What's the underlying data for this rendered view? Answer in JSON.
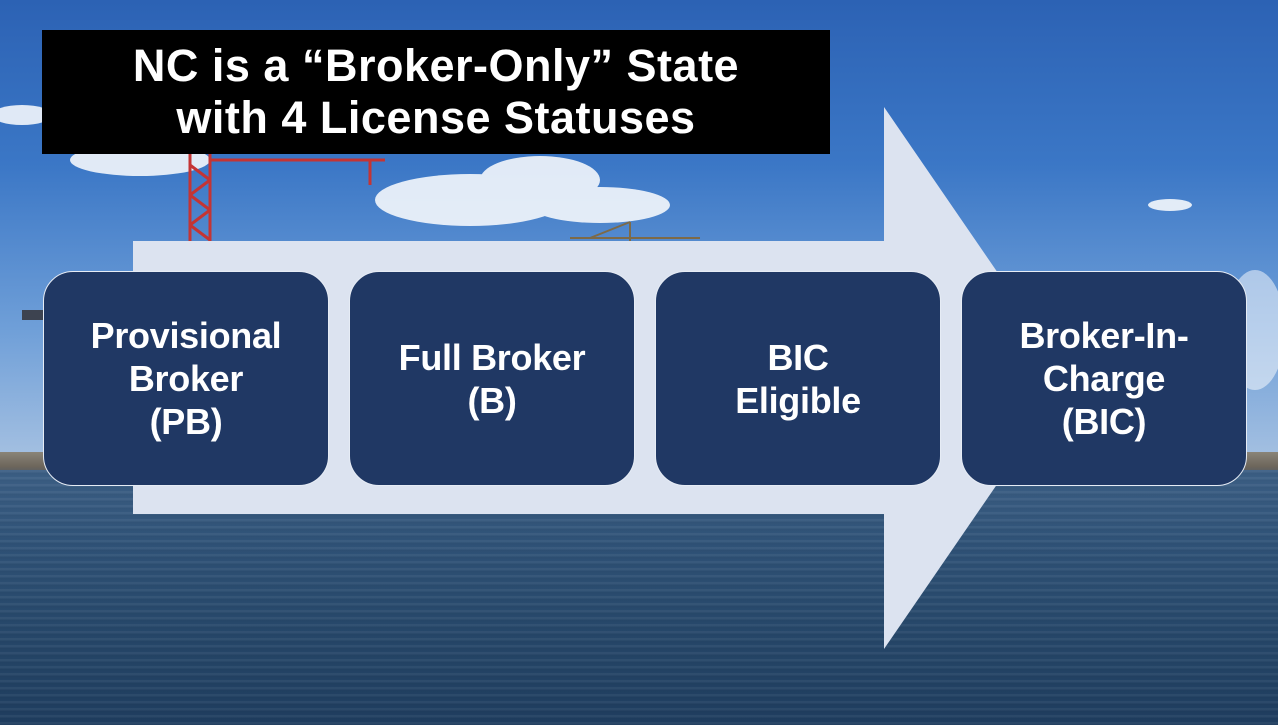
{
  "title": {
    "line1": "NC is a “Broker-Only” State",
    "line2": "with 4 License Statuses"
  },
  "steps": [
    {
      "label": "Provisional\nBroker\n(PB)"
    },
    {
      "label": "Full Broker\n(B)"
    },
    {
      "label": "BIC\nEligible"
    },
    {
      "label": "Broker-In-\nCharge\n(BIC)"
    }
  ],
  "colors": {
    "box_fill": "#203864",
    "arrow_fill": "#dce3f0",
    "title_bg": "#000000",
    "title_text": "#ffffff"
  }
}
